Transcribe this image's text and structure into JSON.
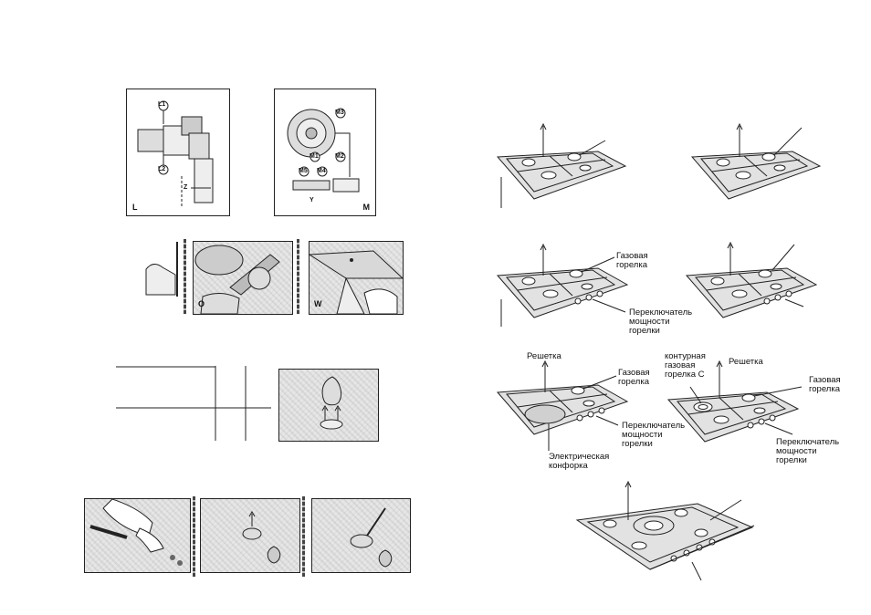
{
  "figures": {
    "L": {
      "letter": "L",
      "labels": [
        "L1",
        "L2",
        "Z"
      ]
    },
    "M": {
      "letter": "M",
      "labels": [
        "M1",
        "M2",
        "M3",
        "M4",
        "M5",
        "Y"
      ]
    },
    "O": {
      "letter": "O"
    },
    "W": {
      "letter": "W"
    }
  },
  "hobs": {
    "hob3": {
      "burner_label": "Газовая\nгорелка",
      "knob_label": "Переключатель\nмощности\nгорелки"
    },
    "hob5": {
      "grate_label": "Решетка",
      "burner_label": "Газовая\nгорелка",
      "knob_label": "Переключатель\nмощности\nгорелки",
      "hotplate_label": "Электрическая\nконфорка"
    },
    "hob6": {
      "contour_label": "контурная\nгазовая\nгорелка С",
      "grate_label": "Решетка",
      "burner_label": "Газовая\nгорелка",
      "knob_label": "Переключатель\nмощности\nгорелки"
    }
  },
  "colors": {
    "line": "#222222",
    "shade": "#e6e6e6",
    "paper": "#ffffff"
  }
}
